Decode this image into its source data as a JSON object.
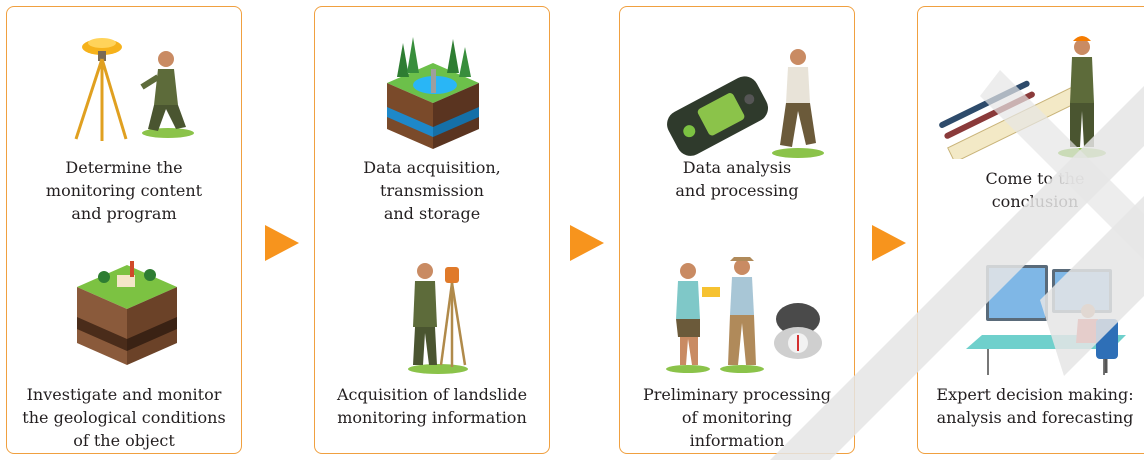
{
  "colors": {
    "border": "#f0a040",
    "arrow": "#f7941d",
    "watermark": "#e5e5e5"
  },
  "stages": [
    {
      "top": {
        "caption": "Determine the\nmonitoring content\nand program",
        "icon": "surveyor-with-tripod-icon"
      },
      "bottom": {
        "caption": "Investigate and monitor\nthe geological conditions\nof the object",
        "icon": "terrain-cross-section-icon"
      }
    },
    {
      "top": {
        "caption": "Data acquisition,\ntransmission\nand storage",
        "icon": "forest-water-soil-block-icon"
      },
      "bottom": {
        "caption": "Acquisition of landslide\nmonitoring information",
        "icon": "surveyor-with-theodolite-icon"
      }
    },
    {
      "top": {
        "caption": "Data analysis\nand processing",
        "icon": "gps-device-and-explorer-icon"
      },
      "bottom": {
        "caption": "Preliminary processing\nof monitoring\ninformation",
        "icon": "explorers-with-compass-icon"
      }
    },
    {
      "top": {
        "caption": "Come to the\nconclusion",
        "icon": "ruler-pens-geologist-icon"
      },
      "bottom": {
        "caption": "Expert decision making:\nanalysis and forecasting",
        "icon": "analyst-at-computer-icon"
      }
    }
  ],
  "arrows": [
    "arrow-right-icon",
    "arrow-right-icon",
    "arrow-right-icon"
  ]
}
